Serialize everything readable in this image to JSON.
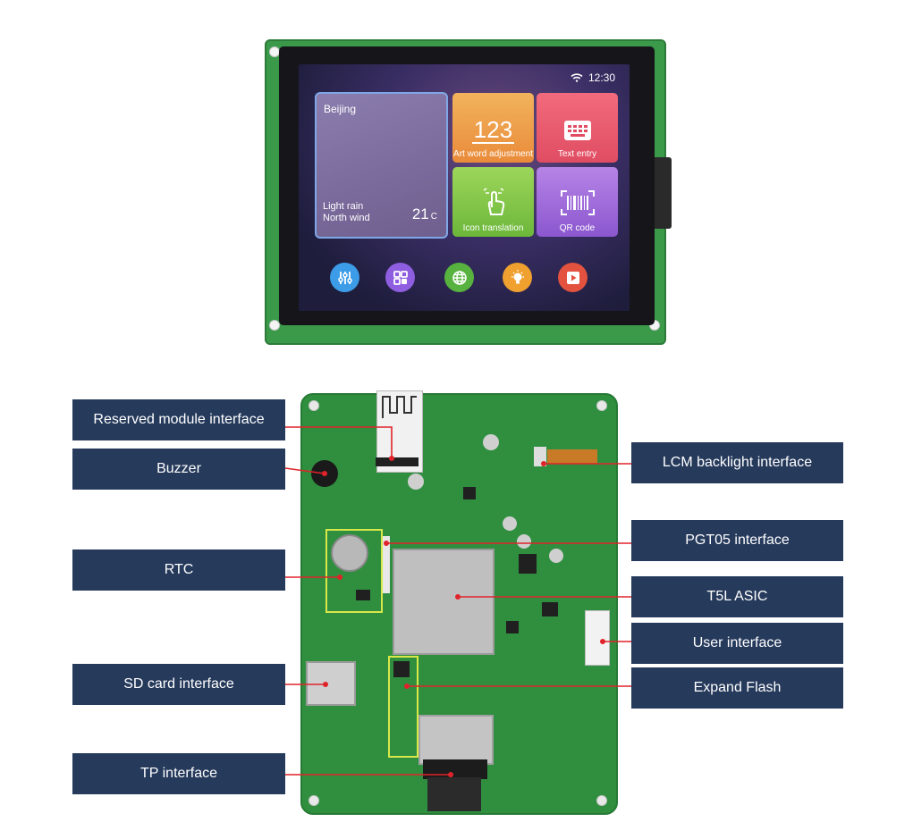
{
  "screen": {
    "time": "12:30",
    "weather": {
      "city": "Beijing",
      "condition_line1": "Light rain",
      "condition_line2": "North wind",
      "temperature": "21",
      "unit": "C"
    },
    "tiles": [
      {
        "glyph": "123",
        "label": "Art word adjustment",
        "color": "#e98b3a"
      },
      {
        "glyph": "",
        "label": "Text entry",
        "color": "#e04d63"
      },
      {
        "glyph": "",
        "label": "Icon translation",
        "color": "#6cb73a"
      },
      {
        "glyph": "",
        "label": "QR code",
        "color": "#8b57cf"
      }
    ],
    "dock_icons": [
      "sliders-icon",
      "grid-icon",
      "globe-icon",
      "light-bulb-icon",
      "play-icon"
    ]
  },
  "labels": {
    "left": [
      "Reserved module interface",
      "Buzzer",
      "RTC",
      "SD card interface",
      "TP interface"
    ],
    "right": [
      "LCM backlight interface",
      "PGT05 interface",
      "T5L ASIC",
      "User interface",
      "Expand Flash"
    ]
  },
  "colors": {
    "label_bg": "#263a5c",
    "leader_line": "#e0232a",
    "pcb_green": "#2f8f3f"
  }
}
